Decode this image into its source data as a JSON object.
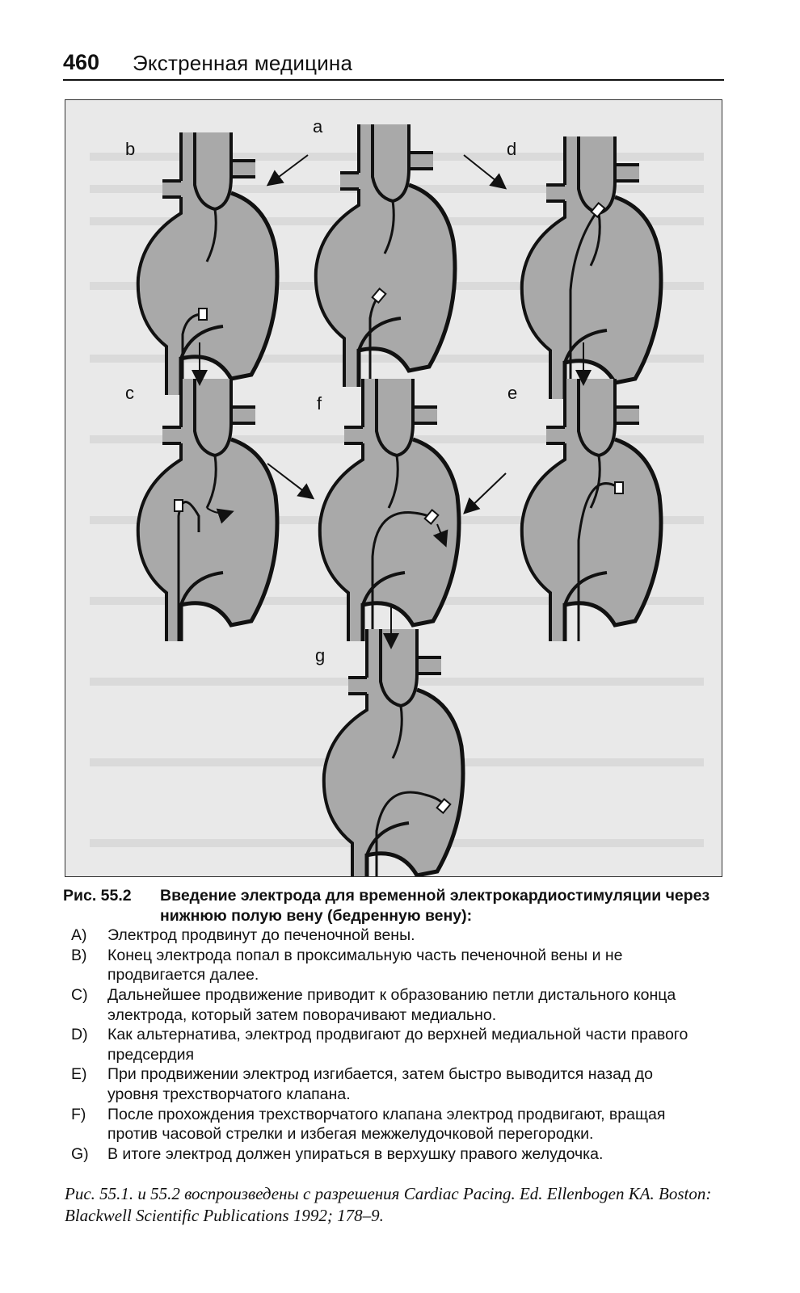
{
  "header": {
    "page_number": "460",
    "title": "Экстренная медицина"
  },
  "figure": {
    "panels": [
      {
        "letter": "a"
      },
      {
        "letter": "b"
      },
      {
        "letter": "d"
      },
      {
        "letter": "c"
      },
      {
        "letter": "f"
      },
      {
        "letter": "e"
      },
      {
        "letter": "g"
      }
    ]
  },
  "caption": {
    "number": "Рис. 55.2",
    "title": "Введение электрода для временной электрокардиостимуляции через нижнюю полую вену (бедренную вену):",
    "items": [
      {
        "letter": "A)",
        "text": "Электрод продвинут до печеночной вены."
      },
      {
        "letter": "B)",
        "text": "Конец электрода попал в проксимальную часть печеночной вены и не продвигается далее."
      },
      {
        "letter": "C)",
        "text": "Дальнейшее продвижение приводит к образованию петли дистального конца электрода, который затем поворачивают медиально."
      },
      {
        "letter": "D)",
        "text": "Как альтернатива, электрод продвигают до верхней медиальной части правого предсердия"
      },
      {
        "letter": "E)",
        "text": "При продвижении электрод изгибается, затем быстро выводится назад до уровня трехстворчатого клапана."
      },
      {
        "letter": "F)",
        "text": "После прохождения трехстворчатого клапана электрод продвигают, вращая против часовой стрелки и избегая межжелудочковой перегородки."
      },
      {
        "letter": "G)",
        "text": "В итоге электрод должен упираться в верхушку правого желудочка."
      }
    ]
  },
  "credit": "Рис. 55.1. и 55.2 воспроизведены с разрешения Cardiac Pacing. Ed. Ellenbogen KA. Boston: Blackwell Scientific Publications 1992; 178–9."
}
